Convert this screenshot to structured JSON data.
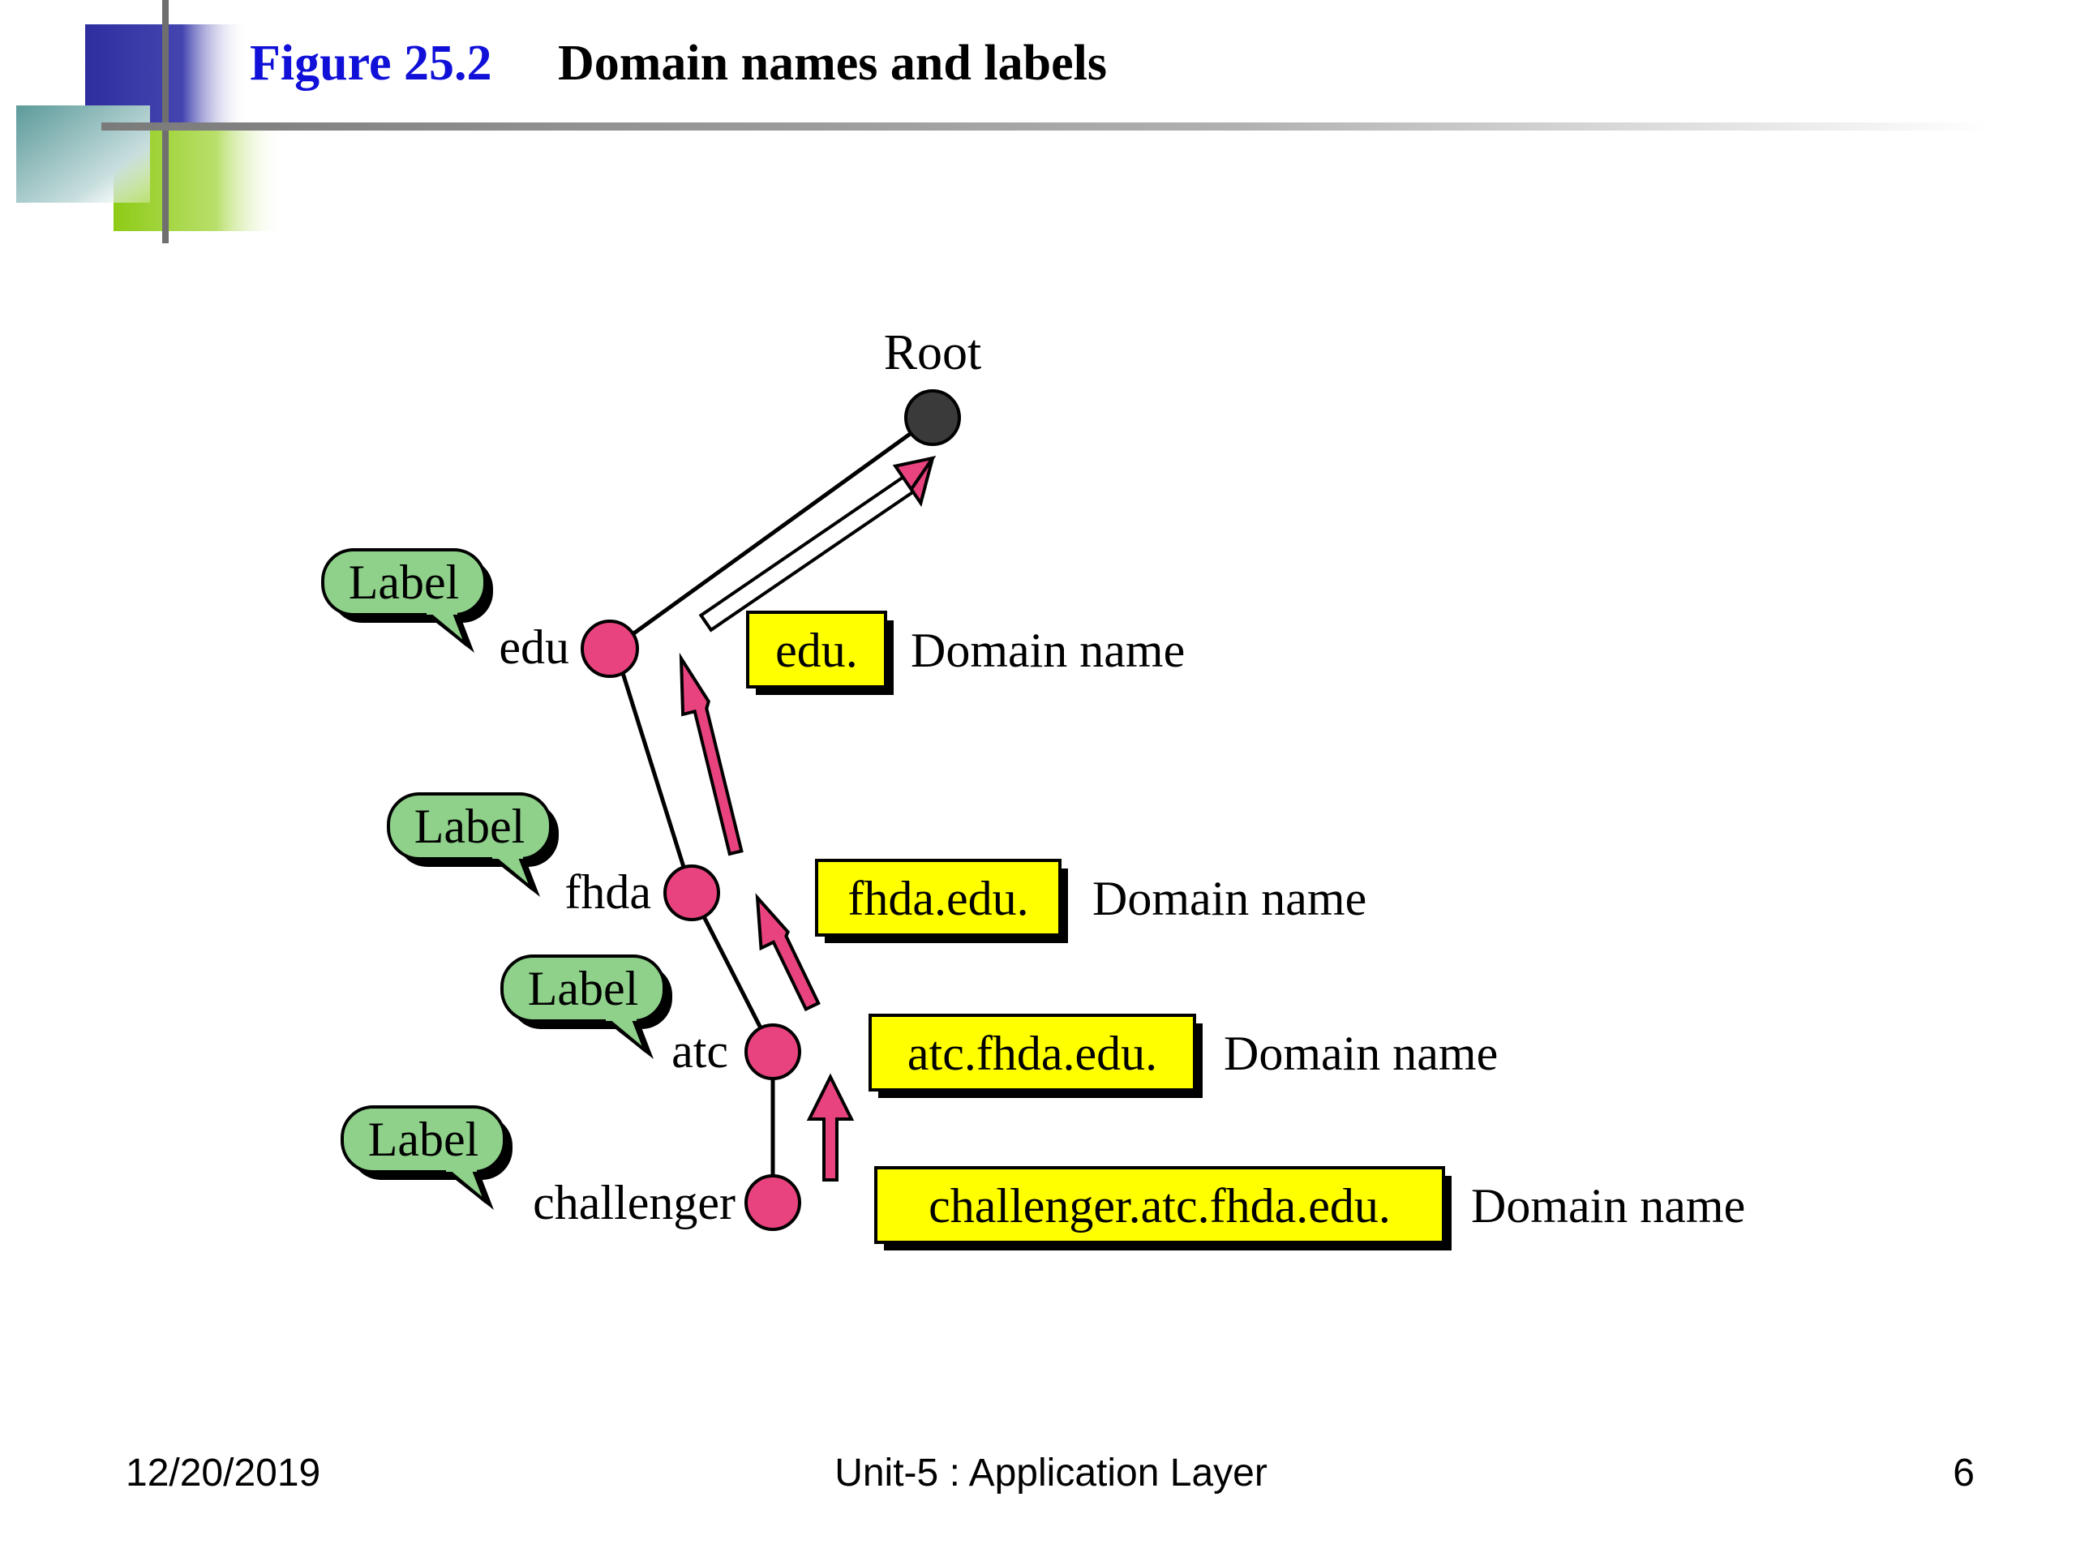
{
  "header": {
    "figure_number": "Figure 25.2",
    "title": "Domain names and labels",
    "figure_color": "#1010d8",
    "title_color": "#000000"
  },
  "diagram": {
    "root_label": "Root",
    "node_color": "#e8437f",
    "root_color": "#3a3a3a",
    "arrow_color": "#e8437f",
    "callout_color": "#8fd18a",
    "box_color": "#ffff00",
    "levels": [
      {
        "label": "edu",
        "callout": "Label",
        "domain_name": "edu.",
        "caption": "Domain name"
      },
      {
        "label": "fhda",
        "callout": "Label",
        "domain_name": "fhda.edu.",
        "caption": "Domain name"
      },
      {
        "label": "atc",
        "callout": "Label",
        "domain_name": "atc.fhda.edu.",
        "caption": "Domain name"
      },
      {
        "label": "challenger",
        "callout": "Label",
        "domain_name": "challenger.atc.fhda.edu.",
        "caption": "Domain name"
      }
    ]
  },
  "footer": {
    "date": "12/20/2019",
    "center": "Unit-5 : Application Layer",
    "page_number": "6"
  }
}
